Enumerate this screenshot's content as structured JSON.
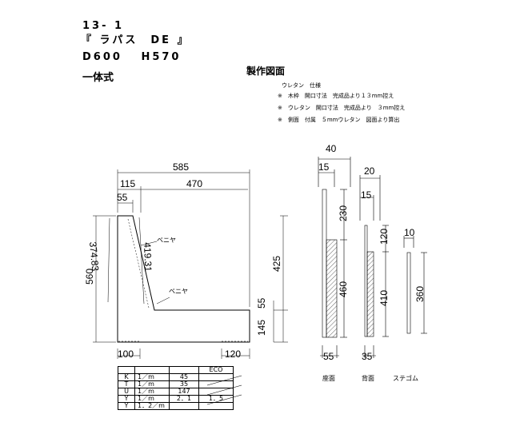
{
  "header": {
    "code": "13- 1",
    "model": "『 ラパス　DE 』",
    "size": "D600　 H570",
    "type": "一体式"
  },
  "drawing": {
    "title": "製作図面",
    "notes": [
      "ウレタン　仕様",
      "※　木枠　開口寸法　完成品より１３mm控え",
      "※　ウレタン　開口寸法　完成品より　３mm控え",
      "※　側面　付属　５mmウレタン　図面より算出"
    ]
  },
  "side_view": {
    "dims": {
      "total_depth": "585",
      "back_top": "115",
      "seat_span": "470",
      "back_width": "55",
      "height": "560",
      "back_front": "374.83",
      "back_rear": "419.31",
      "bottom_left": "100",
      "bottom_right": "120"
    },
    "veneer_label": "ベニヤ"
  },
  "sections": {
    "dims": {
      "seat_total": "40",
      "seat_thick": "15",
      "back_total": "20",
      "back_thick": "15",
      "stem_total": "10",
      "seat_top": "230",
      "seat_lower": "460",
      "back_top": "120",
      "back_lower": "410",
      "stem_height": "360",
      "seat_width": "55",
      "back_width": "35",
      "left_425": "425",
      "left_55": "55",
      "left_145": "145"
    },
    "labels": {
      "seat": "座面",
      "back": "背面",
      "stem": "ステゴム"
    }
  },
  "spec_table": {
    "header": [
      "",
      "",
      "",
      "ECO"
    ],
    "rows": [
      [
        "K",
        "1／m",
        "45",
        ""
      ],
      [
        "T",
        "1／m",
        "35",
        ""
      ],
      [
        "U",
        "1／m",
        "147",
        ""
      ],
      [
        "Y",
        "1／m",
        "2．1",
        "1．5"
      ],
      [
        "Y",
        "1．2／m",
        "",
        ""
      ]
    ]
  }
}
